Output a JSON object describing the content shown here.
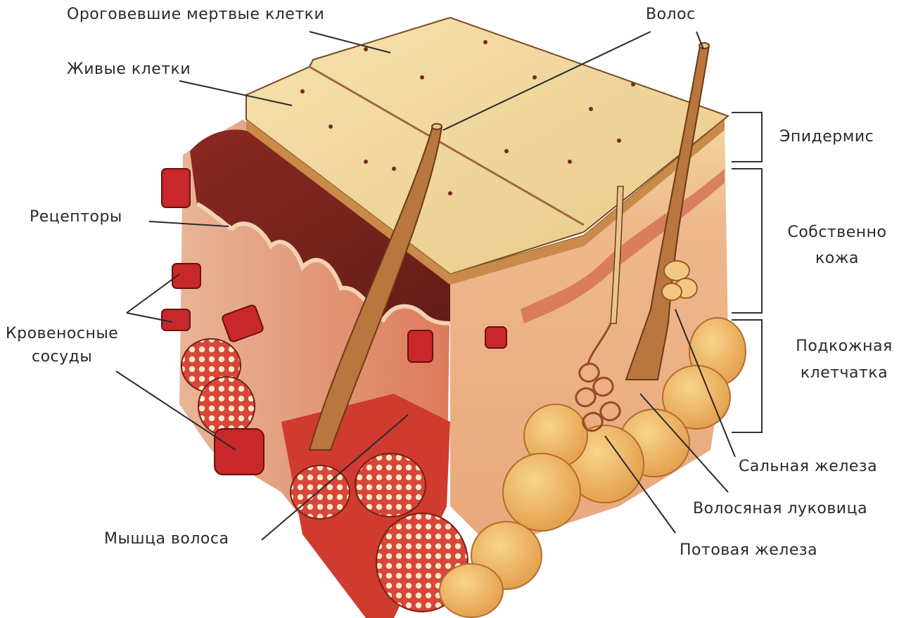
{
  "labels": {
    "dead_cells": "Ороговевшие мертвые клетки",
    "living_cells": "Живые клетки",
    "hair": "Волос",
    "receptors": "Рецепторы",
    "blood_vessels_1": "Кровеносные",
    "blood_vessels_2": "сосуды",
    "hair_muscle": "Мышца волоса",
    "sweat_gland": "Потовая железа",
    "hair_bulb": "Волосяная луковица",
    "sebaceous_gland": "Сальная железа"
  },
  "layers": {
    "epidermis": "Эпидермис",
    "dermis_1": "Собственно",
    "dermis_2": "кожа",
    "hypodermis_1": "Подкожная",
    "hypodermis_2": "клетчатка"
  },
  "colors": {
    "epidermis_surface": "#f1d79b",
    "epidermis_dark": "#c98a4a",
    "dermis": "#e7a07a",
    "dermis_red": "#c2322b",
    "vessel": "#c8282a",
    "fat": "#f0b862",
    "hair": "#b9763e"
  }
}
